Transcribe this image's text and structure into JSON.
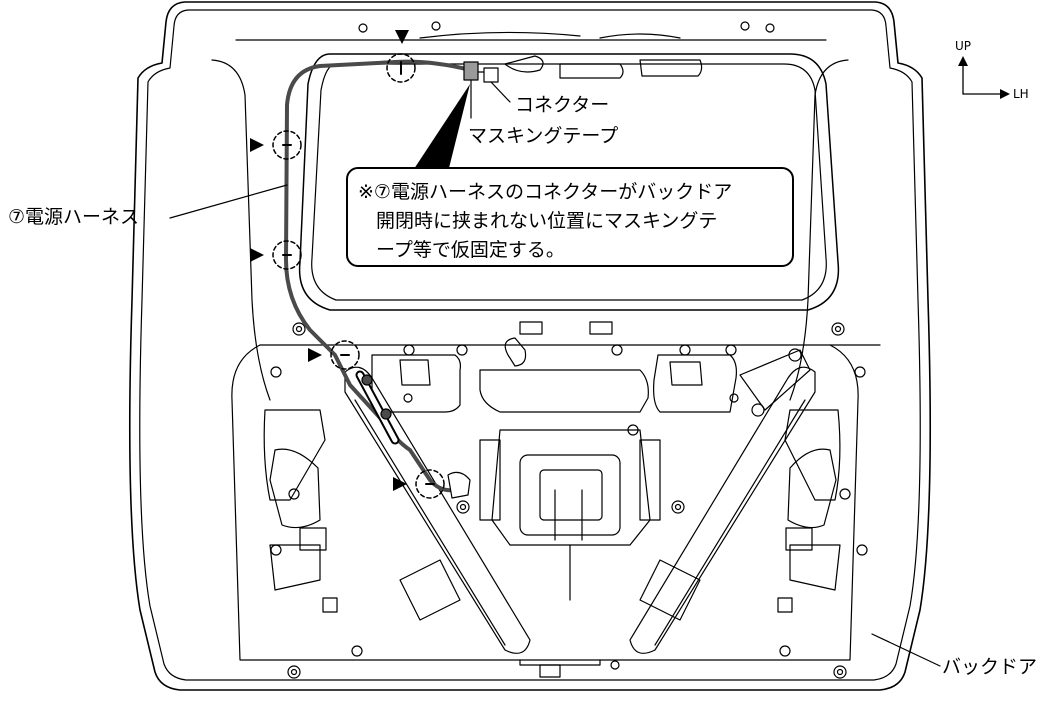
{
  "labels": {
    "harness": "⑦電源ハーネス",
    "connector": "コネクター",
    "masking_tape": "マスキングテープ",
    "back_door": "バックドア",
    "up": "UP",
    "lh": "LH"
  },
  "callout": {
    "line1": "※⑦電源ハーネスのコネクターがバックドア",
    "line2": "開閉時に挟まれない位置にマスキングテ",
    "line3": "ープ等で仮固定する。"
  },
  "colors": {
    "ink": "#000000",
    "paper": "#ffffff",
    "tape": "#9a9a9a",
    "harness": "#4a4a4a"
  }
}
